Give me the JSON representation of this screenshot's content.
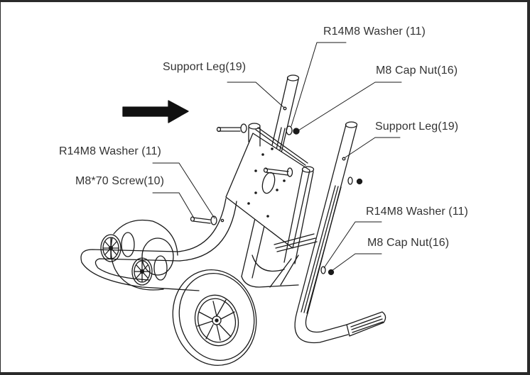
{
  "diagram": {
    "direction_arrow": "right-arrow-icon",
    "callouts": [
      {
        "id": "washer-top",
        "text": "R14M8 Washer (11)"
      },
      {
        "id": "capnut-top",
        "text": "M8 Cap Nut(16)"
      },
      {
        "id": "support-leg-left",
        "text": "Support Leg(19)"
      },
      {
        "id": "support-leg-right",
        "text": "Support Leg(19)"
      },
      {
        "id": "washer-left",
        "text": "R14M8 Washer (11)"
      },
      {
        "id": "screw-left",
        "text": "M8*70 Screw(10)"
      },
      {
        "id": "washer-right",
        "text": "R14M8 Washer (11)"
      },
      {
        "id": "capnut-right",
        "text": "M8 Cap Nut(16)"
      }
    ],
    "colors": {
      "line": "#1a1a1a",
      "text": "#333333",
      "frame": "#2a2a2a",
      "arrow": "#111111"
    }
  }
}
